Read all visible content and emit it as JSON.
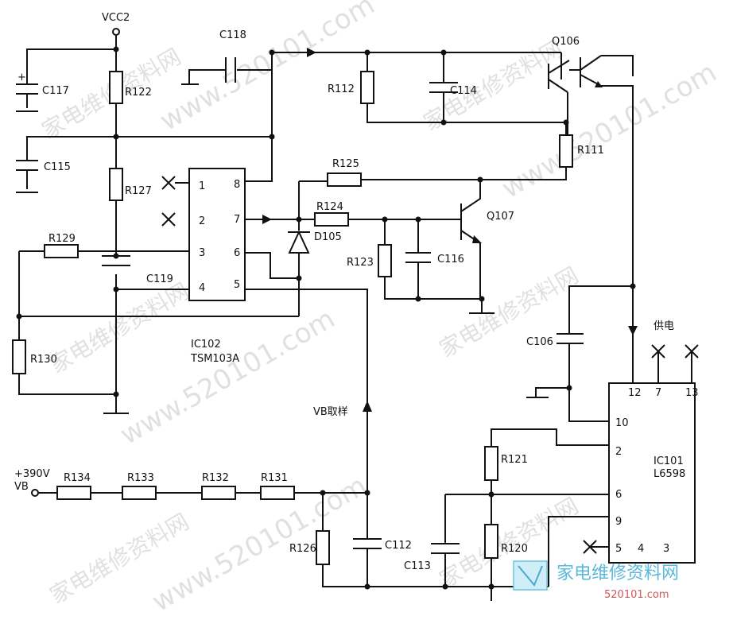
{
  "nets": {
    "vcc2": "VCC2",
    "vb_in_voltage": "+390V",
    "vb_in_name": "VB",
    "vb_sample": "VB取样",
    "power_supply": "供电"
  },
  "ic102": {
    "ref": "IC102",
    "part": "TSM103A",
    "pins": [
      "1",
      "2",
      "3",
      "4",
      "5",
      "6",
      "7",
      "8"
    ]
  },
  "ic101": {
    "ref": "IC101",
    "part": "L6598",
    "pins": [
      "12",
      "7",
      "13",
      "10",
      "2",
      "6",
      "9",
      "5",
      "4",
      "3"
    ]
  },
  "transistors": [
    "Q106",
    "Q107"
  ],
  "diodes": [
    "D105"
  ],
  "capacitors": [
    "C117",
    "C115",
    "C118",
    "C114",
    "C116",
    "C119",
    "C106",
    "C112",
    "C113"
  ],
  "resistors": [
    "R122",
    "R127",
    "R129",
    "R130",
    "R112",
    "R111",
    "R125",
    "R124",
    "R123",
    "R134",
    "R133",
    "R132",
    "R131",
    "R126",
    "R121",
    "R120"
  ],
  "watermark": {
    "url": "www.520101.com",
    "cn": "家电维修资料网",
    "logo_cn": "家电维修资料网",
    "logo_url": "520101.com"
  }
}
